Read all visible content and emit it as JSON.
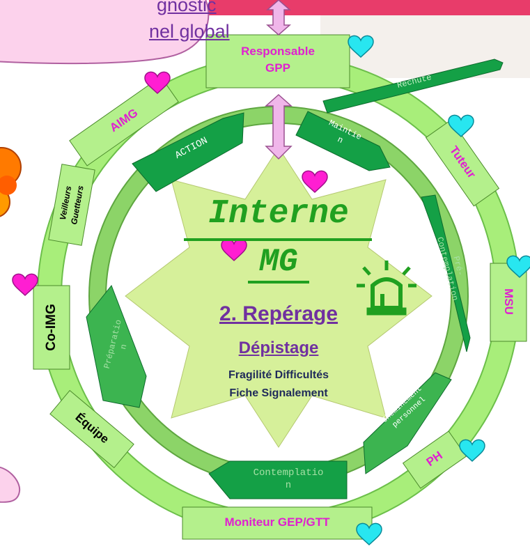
{
  "header": {
    "line1": "gnostic",
    "line2": "nel global"
  },
  "center": {
    "title1": "Interne",
    "title2": "MG",
    "step": "2. Repérage",
    "subtitle": "Dépistage",
    "item1": "Fragilité Difficultés",
    "item2": "Fiche Signalement"
  },
  "outer_ring": {
    "responsable": "Responsable\nGPP",
    "aimg": "AIMG",
    "tuteur": "Tuteur",
    "veilleurs": "Veilleurs\nGuetteurs",
    "msu": "MSU",
    "coimg": "Co-IMG",
    "equipe": "Équipe",
    "ph": "PH",
    "moniteur": "Moniteur GEP/GTT"
  },
  "inner_ring": {
    "action": "ACTION",
    "maintien": "Maintie\nn",
    "rechute": "Rechute",
    "precontemplation": "Pré-\nContemplation",
    "preparation": "Préparatio\nn",
    "cheminement": "Cheminement\npersonnel",
    "contemplation": "Contemplatio\nn"
  },
  "colors": {
    "ring": "#a8ee7a",
    "ring_inner": "#8cd468",
    "arrow_dark": "#14a046",
    "arrow_mid": "#3cb450",
    "label_box": "#b4f08c",
    "magenta": "#e020d0",
    "purple": "#7030a0",
    "heart_pink": "#ff1ed2",
    "heart_cyan": "#28e6f0",
    "star": "#d6f09a",
    "header_fill": "#fcd2ec",
    "banner": "#e83c6a"
  }
}
